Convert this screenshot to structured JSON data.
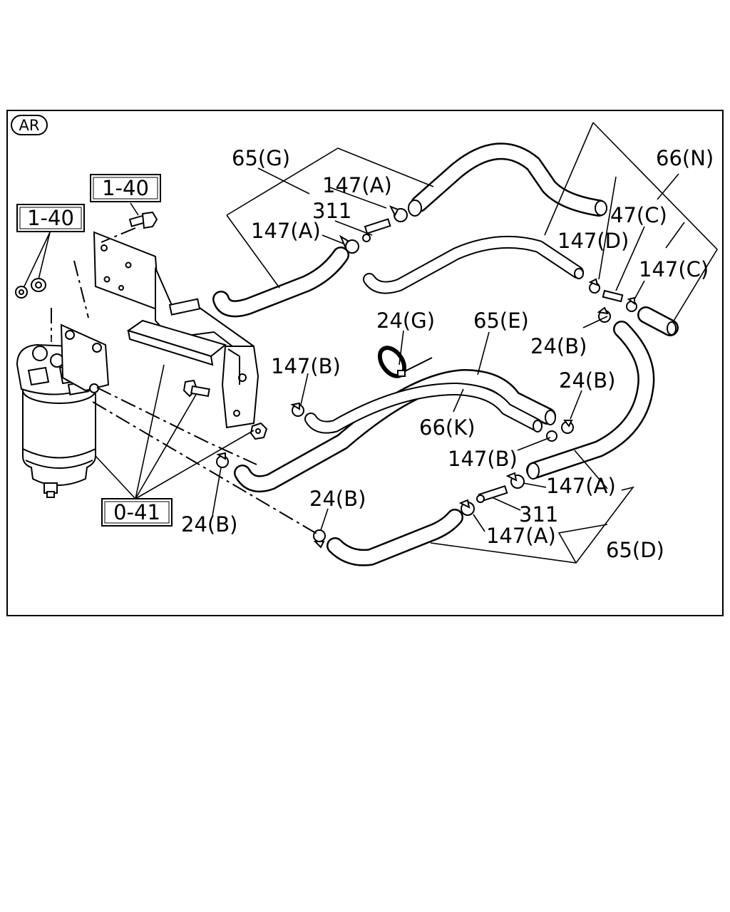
{
  "diagram": {
    "view_code": "AR",
    "labels": {
      "ref_1_40_top": "1-40",
      "ref_1_40_left": "1-40",
      "ref_0_41": "0-41",
      "l_65G": "65(G)",
      "l_147A_a": "147(A)",
      "l_311_a": "311",
      "l_147A_b": "147(A)",
      "l_66N": "66(N)",
      "l_47C": "47(C)",
      "l_147D": "147(D)",
      "l_147C": "147(C)",
      "l_24G": "24(G)",
      "l_65E": "65(E)",
      "l_24B_a": "24(B)",
      "l_147B_a": "147(B)",
      "l_24B_b": "24(B)",
      "l_66K": "66(K)",
      "l_147B_b": "147(B)",
      "l_147A_c": "147(A)",
      "l_311_b": "311",
      "l_24B_c": "24(B)",
      "l_24B_d": "24(B)",
      "l_147A_d": "147(A)",
      "l_65D": "65(D)"
    }
  }
}
